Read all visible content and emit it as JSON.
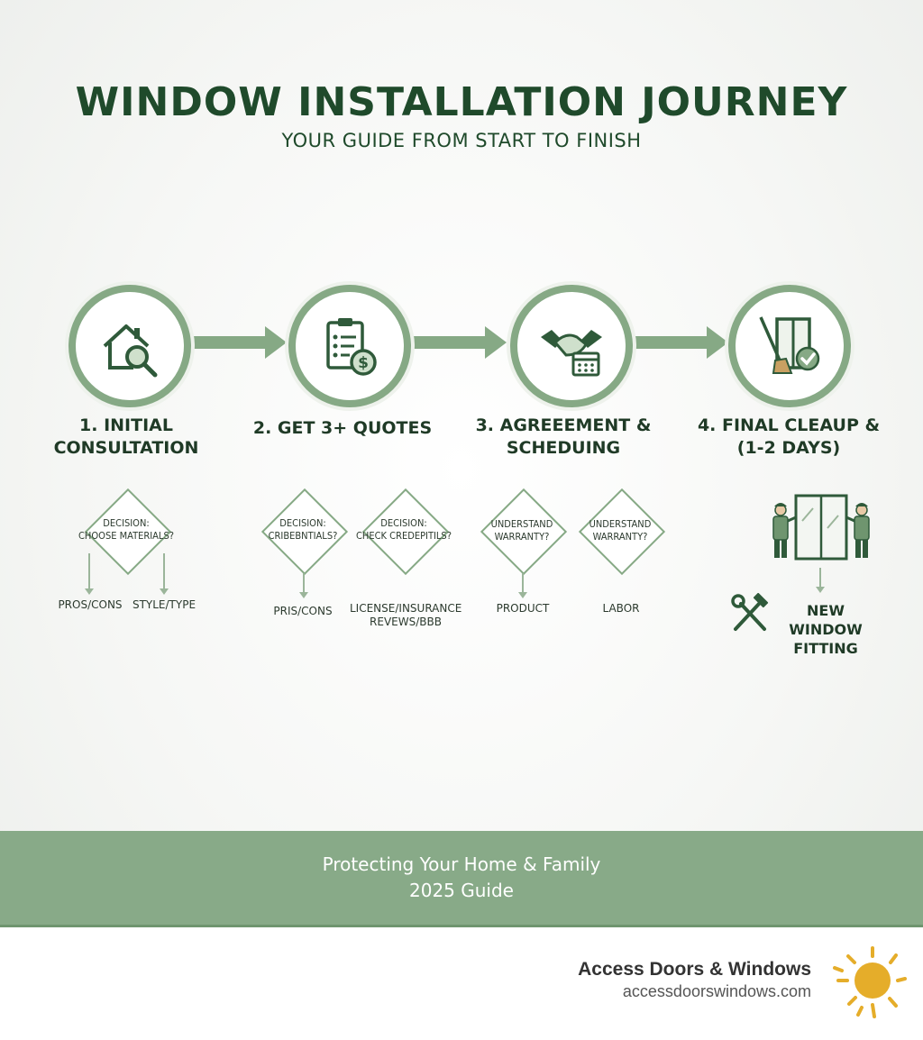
{
  "header": {
    "title": "WINDOW INSTALLATION JOURNEY",
    "subtitle": "YOUR GUIDE FROM START TO FINISH"
  },
  "steps": [
    {
      "line1": "1. INITIAL",
      "line2": "CONSULTATION",
      "icon": "house-magnifier-icon"
    },
    {
      "line1": "2. GET 3+ QUOTES",
      "line2": "",
      "icon": "clipboard-dollar-icon"
    },
    {
      "line1": "3. AGREEEMENT &",
      "line2": "SCHEDUING",
      "icon": "handshake-calendar-icon"
    },
    {
      "line1": "4. FINAL CLEAUP &",
      "line2": "(1-2 DAYS)",
      "icon": "window-broom-check-icon"
    }
  ],
  "decisions": [
    {
      "line1": "DECISION:",
      "line2": "CHOOSE MATERIALS?"
    },
    {
      "line1": "DECISION:",
      "line2": "CRIBEBNTIALS?"
    },
    {
      "line1": "DECISION:",
      "line2": "CHECK CREDEPITILS?"
    },
    {
      "line1": "UNDERSTAND",
      "line2": "WARRANTY?"
    },
    {
      "line1": "UNDERSTAND",
      "line2": "WARRANTY?"
    }
  ],
  "outcomes": {
    "pros_cons": "PROS/CONS",
    "style_type": "STYLE/TYPE",
    "pris_cons": "PRIS/CONS",
    "license_line1": "LICENSE/INSURANCE",
    "license_line2": "REVEWS/BBB",
    "product": "PRODUCT",
    "labor": "LABOR"
  },
  "fitting": {
    "line1": "NEW WINDOW",
    "line2": "FITTING"
  },
  "banner": {
    "line1": "Protecting Your Home & Family",
    "line2": "2025 Guide"
  },
  "footer": {
    "brand": "Access Doors & Windows",
    "url": "accessdoorswindows.com"
  },
  "colors": {
    "primary_green": "#1f4a2b",
    "accent_green": "#86a985",
    "sun_yellow": "#e5ad2a"
  }
}
